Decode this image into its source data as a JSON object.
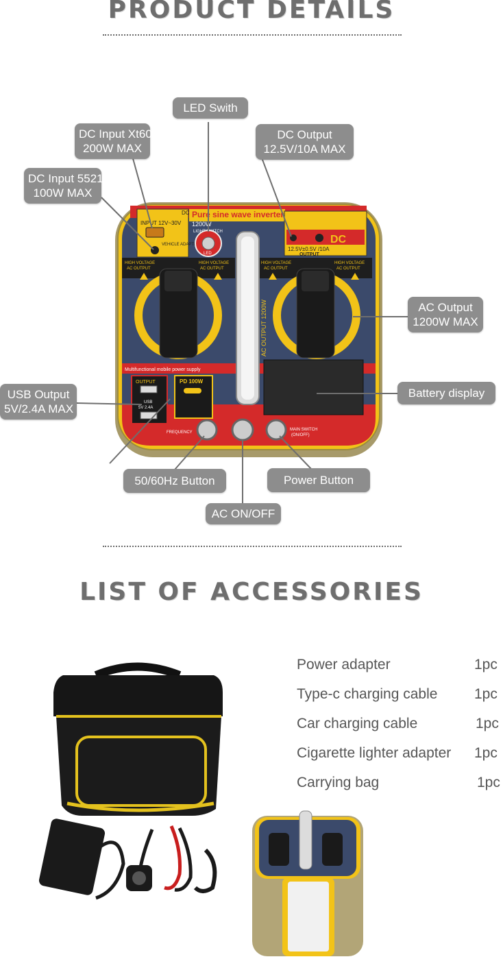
{
  "product_details": {
    "title": "PRODUCT DETAILS",
    "labels": {
      "led_switch": "LED Swith",
      "dc_input_xt60_line1": "DC Input Xt60",
      "dc_input_xt60_line2": "200W MAX",
      "dc_output_line1": "DC Output",
      "dc_output_line2": "12.5V/10A MAX",
      "dc_input_5521_line1": "DC Input 5521",
      "dc_input_5521_line2": "100W MAX",
      "ac_output_line1": "AC Output",
      "ac_output_line2": "1200W MAX",
      "usb_output_line1": "USB Output",
      "usb_output_line2": "5V/2.4A MAX",
      "battery_display": "Battery display",
      "freq_button": "50/60Hz Button",
      "power_button": "Power Button",
      "ac_onoff": "AC ON/OFF"
    },
    "panel_text": {
      "dc_watt": "DC",
      "input_range": "INPUT 12V~30V",
      "pure_sine": "Pure sine wave inverter",
      "rating": "1200W",
      "light_switch": "LIGHT SWITCH",
      "dc_big": "DC",
      "dc_spec": "12.5V±0.5V /10A",
      "output": "OUTPUT",
      "high_voltage": "HIGH VOLTAGE",
      "ac_output": "AC OUTPUT",
      "ac_output_vertical": "AC OUTPUT 1200W",
      "multifunctional": "Multifunctional mobile power supply",
      "usb_output": "OUTPUT",
      "usb": "USB",
      "usb_spec": "5V 2.4A",
      "pd": "PD 100W",
      "frequency": "FREQUENCY",
      "main_switch": "MAIN SWITCH",
      "on_off": "(ON/OFF)",
      "led": "LED",
      "vehicle_adapter": "VEHICLE ADAPTER"
    }
  },
  "accessories": {
    "title": "LIST OF ACCESSORIES",
    "items": [
      {
        "name": "Power adapter",
        "qty": "1pc"
      },
      {
        "name": "Type-c charging cable",
        "qty": "1pc"
      },
      {
        "name": "Car charging cable",
        "qty": "1pc"
      },
      {
        "name": "Cigarette lighter adapter",
        "qty": "1pc"
      },
      {
        "name": "Carrying bag",
        "qty": "1pc"
      }
    ]
  },
  "colors": {
    "label_bg": "#8d8d8d",
    "panel_yellow": "#f2c318",
    "panel_blue": "#3b4a6b",
    "panel_red": "#d42a2a",
    "body_gold": "#a79a6a"
  }
}
